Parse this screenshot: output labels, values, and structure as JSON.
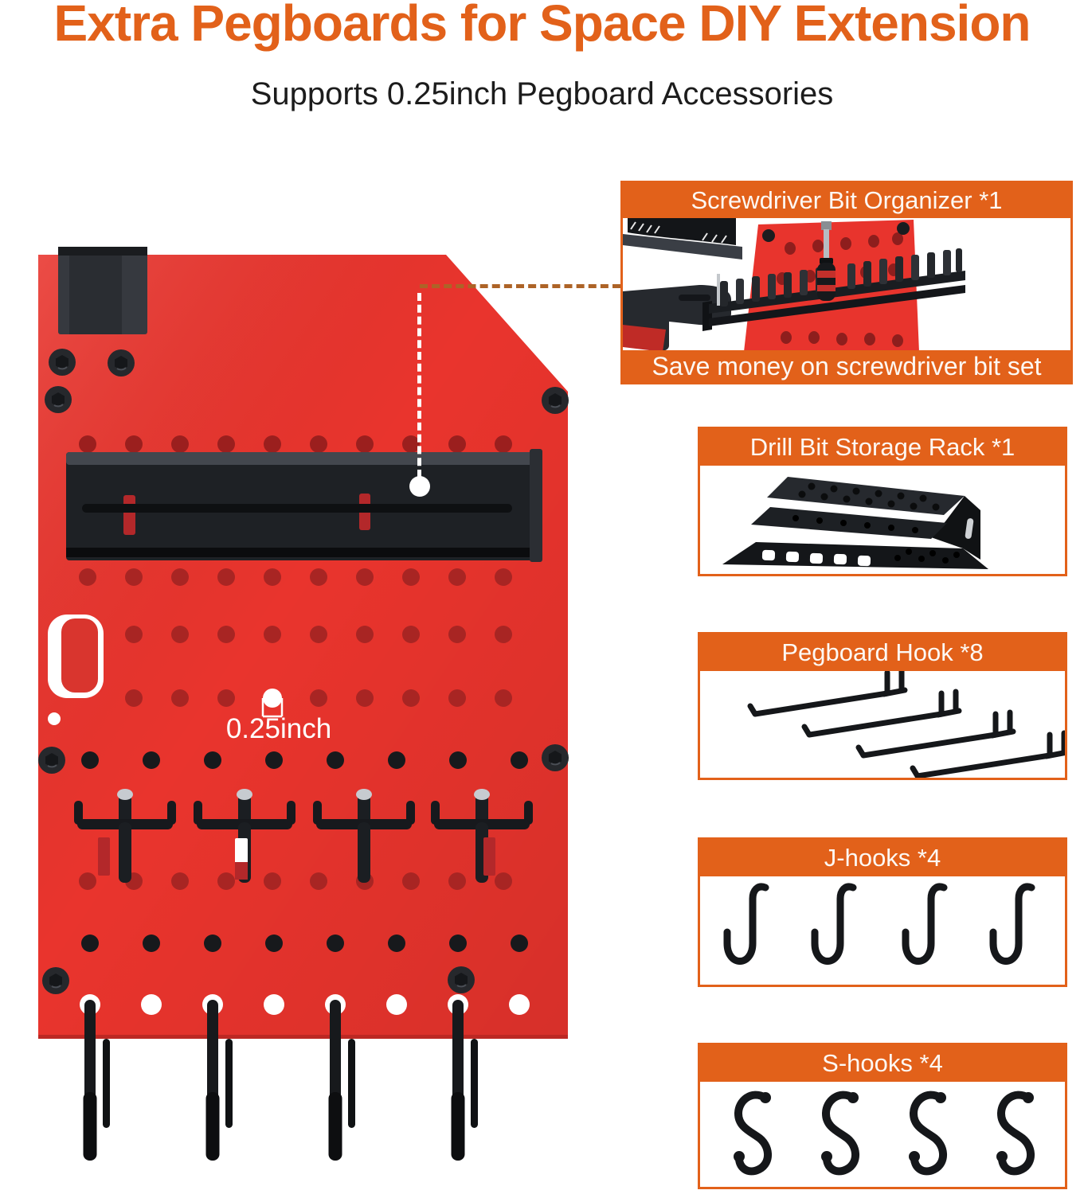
{
  "header": {
    "title": "Extra Pegboards for Space DIY Extension",
    "subtitle": "Supports 0.25inch Pegboard Accessories"
  },
  "pegboard": {
    "dimension_label": "0.25inch"
  },
  "callouts": [
    {
      "title": "Screwdriver Bit Organizer *1",
      "caption": "Save money on screwdriver bit set"
    },
    {
      "title": "Drill Bit Storage Rack *1"
    },
    {
      "title": "Pegboard Hook *8"
    },
    {
      "title": "J-hooks *4"
    },
    {
      "title": "S-hooks *4"
    }
  ],
  "colors": {
    "accent": "#E2611A",
    "connector_dash": "#AD6327",
    "board_red": "#E9342D",
    "hardware_black": "#17191C"
  }
}
